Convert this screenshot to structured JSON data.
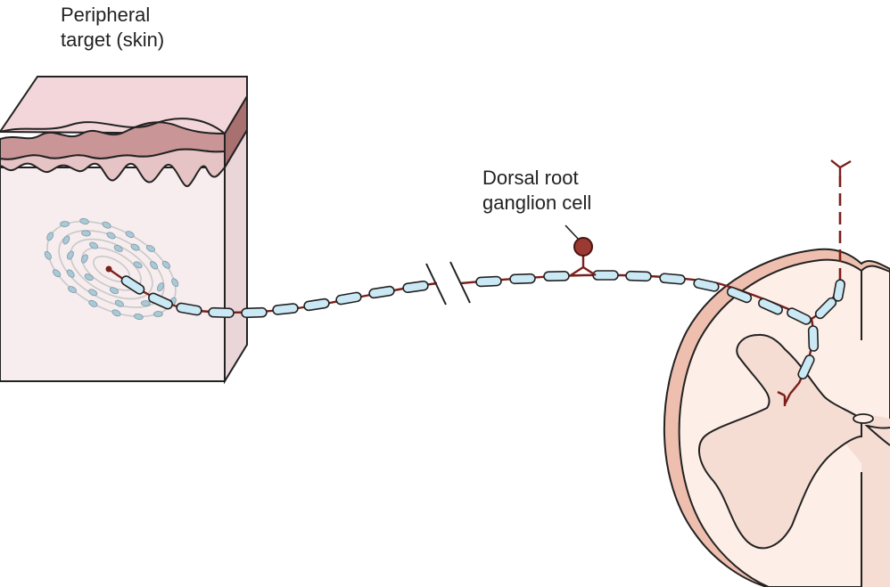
{
  "labels": {
    "skin": {
      "line1": "Peripheral",
      "line2": "target (skin)"
    },
    "ganglion": {
      "line1": "Dorsal root",
      "line2": "ganglion cell"
    }
  },
  "colors": {
    "axon": "#7a1f1a",
    "myelin_fill": "#cbe9f4",
    "outline": "#222222",
    "skin_top": "#f3d6da",
    "skin_epidermis": "#c99597",
    "skin_dermis_upper": "#e6c3c4",
    "skin_block": "#f7ecee",
    "skin_side": "#ead5d9",
    "cord_grey": "#f5ddd3",
    "cord_white": "#fdeee7",
    "cord_rim": "#eebfae"
  }
}
